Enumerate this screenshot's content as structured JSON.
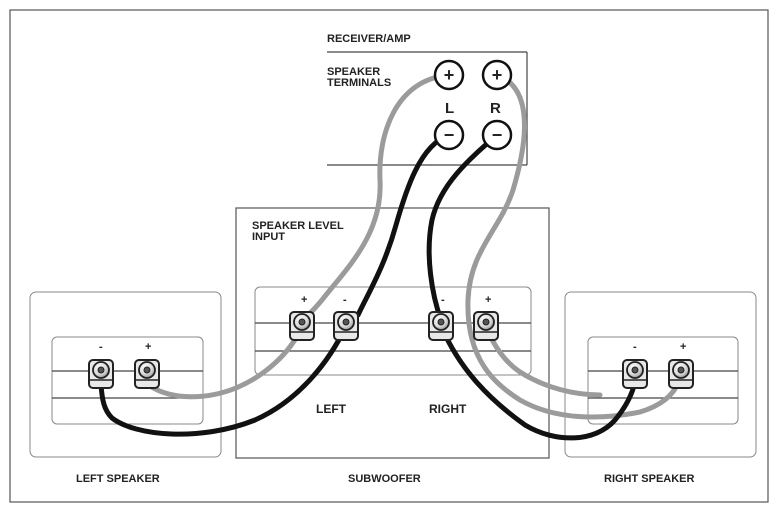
{
  "receiver": {
    "title": "RECEIVER/AMP",
    "terminals_label_line1": "SPEAKER",
    "terminals_label_line2": "TERMINALS",
    "left_channel": "L",
    "right_channel": "R",
    "plus": "+",
    "minus": "−"
  },
  "subwoofer": {
    "input_line1": "SPEAKER LEVEL",
    "input_line2": "INPUT",
    "left_label": "LEFT",
    "right_label": "RIGHT",
    "caption": "SUBWOOFER",
    "polarity_marks": [
      "+",
      "-",
      "-",
      "+"
    ]
  },
  "left_speaker": {
    "caption": "LEFT SPEAKER",
    "polarity_marks": [
      "-",
      "+"
    ]
  },
  "right_speaker": {
    "caption": "RIGHT SPEAKER",
    "polarity_marks": [
      "-",
      "+"
    ]
  },
  "colors": {
    "positive_wire": "#9b9b9b",
    "negative_wire": "#111111",
    "frame": "#555555"
  }
}
